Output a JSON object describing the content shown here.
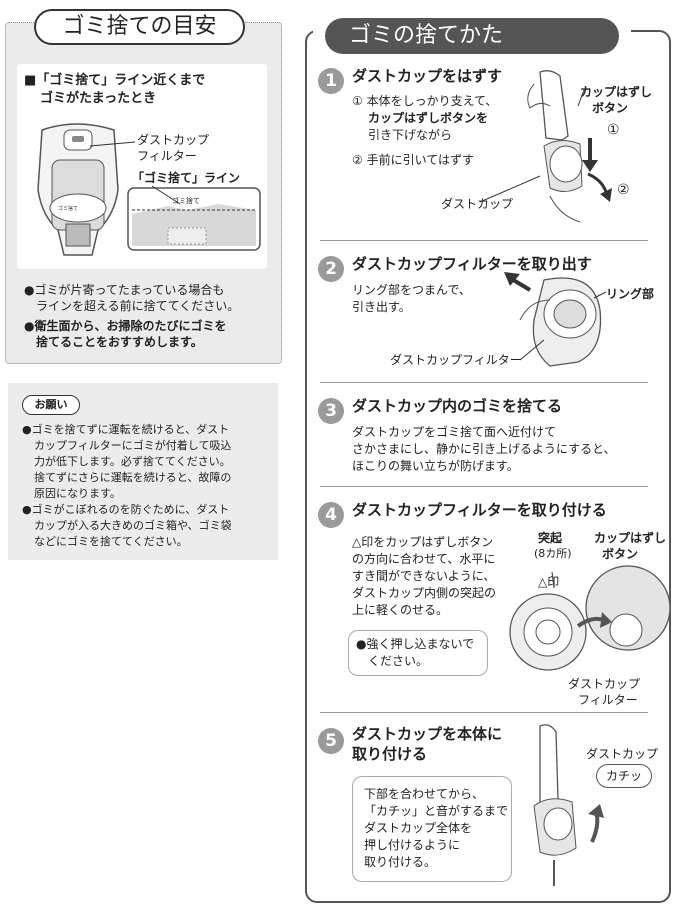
{
  "guide": {
    "title": "ゴミ捨ての目安",
    "heading_line1": "■「ゴミ捨て」ライン近くまで",
    "heading_line2": "ゴミがたまったとき",
    "label_filter_1": "ダストカップ",
    "label_filter_2": "フィルター",
    "label_line": "「ゴミ捨て」ライン",
    "line_mark": "ゴミ捨て",
    "bullet1_line1": "●ゴミが片寄ってたまっている場合も",
    "bullet1_line2": "ラインを超える前に捨ててください。",
    "bullet2_line1": "●衛生面から、お掃除のたびにゴミを",
    "bullet2_line2": "捨てることをおすすめします。"
  },
  "request": {
    "badge": "お願い",
    "b1_l1": "●ゴミを捨てずに運転を続けると、ダスト",
    "b1_l2": "カップフィルターにゴミが付着して吸込",
    "b1_l3": "力が低下します。必ず捨ててください。",
    "b1_l4": "捨てずにさらに運転を続けると、故障の",
    "b1_l5": "原因になります。",
    "b2_l1": "●ゴミがこぼれるのを防ぐために、ダスト",
    "b2_l2": "カップが入る大きめのゴミ箱や、ゴミ袋",
    "b2_l3": "などにゴミを捨ててください。"
  },
  "procedure": {
    "title": "ゴミの捨てかた",
    "steps": [
      {
        "num": "1",
        "title": "ダストカップをはずす",
        "l1": "① 本体をしっかり支えて、",
        "l2": "カップはずしボタンを",
        "l3": "引き下げながら",
        "l4": "② 手前に引いてはずす",
        "label_button_1": "カップはずし",
        "label_button_2": "ボタン",
        "label_cup": "ダストカップ",
        "mark1": "①",
        "mark2": "②"
      },
      {
        "num": "2",
        "title": "ダストカップフィルターを取り出す",
        "l1": "リング部をつまんで、",
        "l2": "引き出す。",
        "label_ring": "リング部",
        "label_filter": "ダストカップフィルター"
      },
      {
        "num": "3",
        "title": "ダストカップ内のゴミを捨てる",
        "l1": "ダストカップをゴミ捨て面へ近付けて",
        "l2": "さかさまにし、静かに引き上げるようにすると、",
        "l3": "ほこりの舞い立ちが防げます。"
      },
      {
        "num": "4",
        "title": "ダストカップフィルターを取り付ける",
        "l1": "△印をカップはずしボタン",
        "l2": "の方向に合わせて、水平に",
        "l3": "すき間ができないように、",
        "l4": "ダストカップ内側の突起の",
        "l5": "上に軽くのせる。",
        "note_l1": "●強く押し込まないで",
        "note_l2": "ください。",
        "label_tokki_1": "突起",
        "label_tokki_2": "(8カ所)",
        "label_button_1": "カップはずし",
        "label_button_2": "ボタン",
        "label_triangle": "△印",
        "label_filter_1": "ダストカップ",
        "label_filter_2": "フィルター"
      },
      {
        "num": "5",
        "title_l1": "ダストカップを本体に",
        "title_l2": "取り付ける",
        "label_cup": "ダストカップ",
        "sound": "カチッ",
        "n1": "下部を合わせてから、",
        "n2": "「カチッ」と音がするまで",
        "n3": "ダストカップ全体を",
        "n4": "押し付けるように",
        "n5": "取り付ける。"
      }
    ]
  }
}
